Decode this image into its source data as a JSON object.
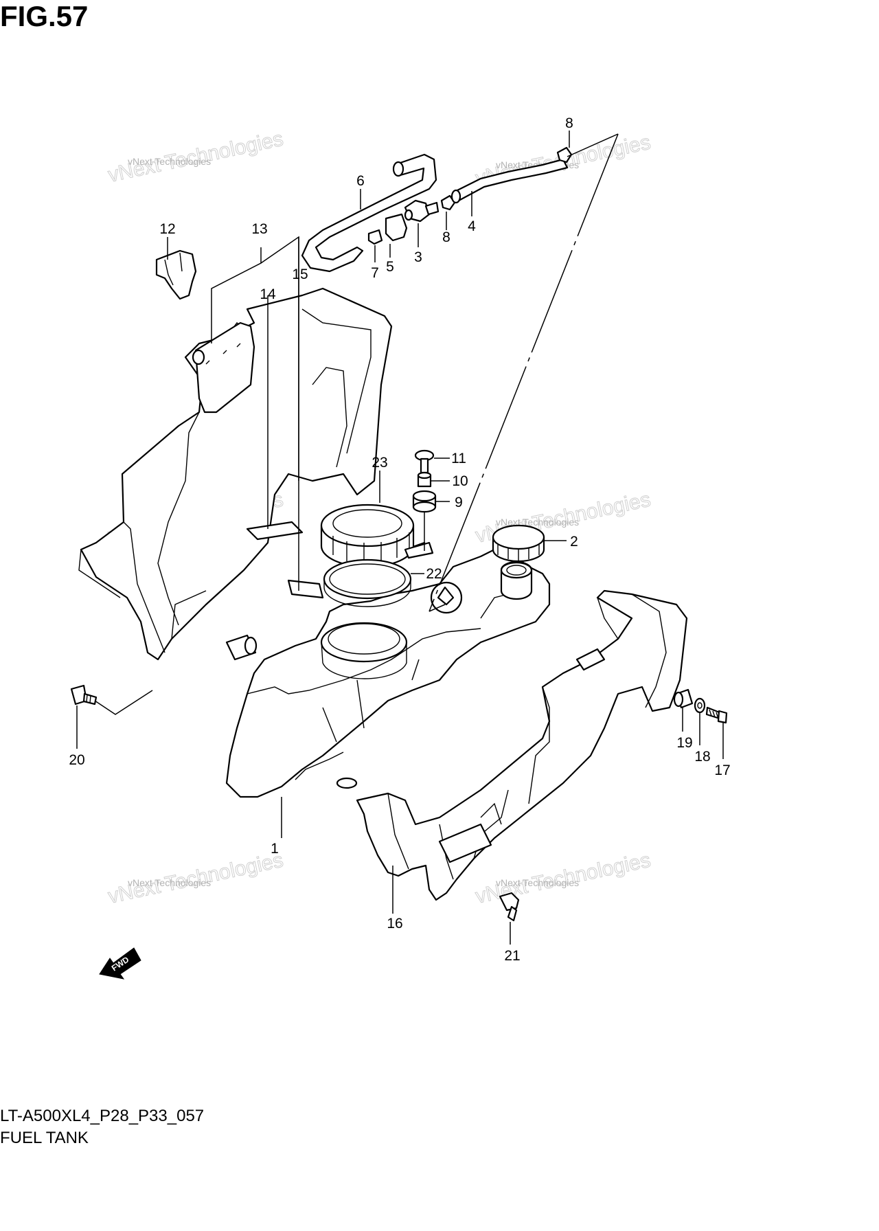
{
  "figure": {
    "title": "FIG.57",
    "code": "LT-A500XL4_P28_P33_057",
    "name": "FUEL TANK"
  },
  "fwd_label": "FWD",
  "watermark": {
    "line1": "vNext Technologies",
    "line2": "vNext Technologies"
  },
  "callouts": [
    {
      "id": "c1",
      "number": "1"
    },
    {
      "id": "c2",
      "number": "2"
    },
    {
      "id": "c3",
      "number": "3"
    },
    {
      "id": "c4",
      "number": "4"
    },
    {
      "id": "c5",
      "number": "5"
    },
    {
      "id": "c6",
      "number": "6"
    },
    {
      "id": "c7",
      "number": "7"
    },
    {
      "id": "c8a",
      "number": "8"
    },
    {
      "id": "c8b",
      "number": "8"
    },
    {
      "id": "c9",
      "number": "9"
    },
    {
      "id": "c10",
      "number": "10"
    },
    {
      "id": "c11",
      "number": "11"
    },
    {
      "id": "c12",
      "number": "12"
    },
    {
      "id": "c13",
      "number": "13"
    },
    {
      "id": "c14",
      "number": "14"
    },
    {
      "id": "c15",
      "number": "15"
    },
    {
      "id": "c16",
      "number": "16"
    },
    {
      "id": "c17",
      "number": "17"
    },
    {
      "id": "c18",
      "number": "18"
    },
    {
      "id": "c19",
      "number": "19"
    },
    {
      "id": "c20",
      "number": "20"
    },
    {
      "id": "c21",
      "number": "21"
    },
    {
      "id": "c22",
      "number": "22"
    },
    {
      "id": "c23",
      "number": "23"
    }
  ]
}
